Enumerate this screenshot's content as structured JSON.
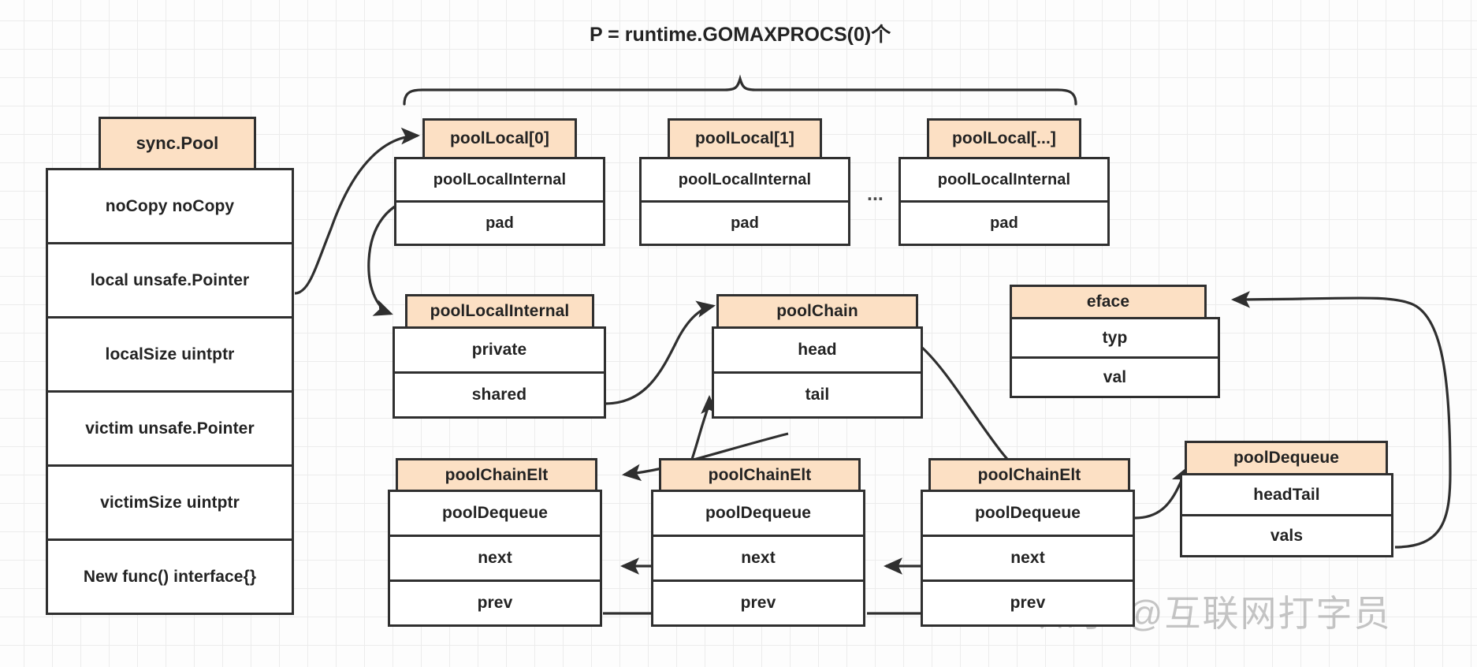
{
  "diagram": {
    "title": "P = runtime.GOMAXPROCS(0)个",
    "ellipsis": "...",
    "watermark": "知乎 @互联网打字员",
    "colors": {
      "header_fill": "#fce0c4",
      "body_fill": "#ffffff",
      "stroke": "#2f2f2f",
      "text": "#232323",
      "grid": "#ececec",
      "background": "#fdfdfd"
    }
  },
  "structs": {
    "sync_pool": {
      "header": "sync.Pool",
      "fields": [
        "noCopy noCopy",
        "local unsafe.Pointer",
        "localSize uintptr",
        "victim unsafe.Pointer",
        "victimSize uintptr",
        "New func() interface{}"
      ]
    },
    "pool_local_0": {
      "header": "poolLocal[0]",
      "fields": [
        "poolLocalInternal",
        "pad"
      ]
    },
    "pool_local_1": {
      "header": "poolLocal[1]",
      "fields": [
        "poolLocalInternal",
        "pad"
      ]
    },
    "pool_local_n": {
      "header": "poolLocal[...]",
      "fields": [
        "poolLocalInternal",
        "pad"
      ]
    },
    "pool_local_internal": {
      "header": "poolLocalInternal",
      "fields": [
        "private",
        "shared"
      ]
    },
    "pool_chain": {
      "header": "poolChain",
      "fields": [
        "head",
        "tail"
      ]
    },
    "eface": {
      "header": "eface",
      "fields": [
        "typ",
        "val"
      ]
    },
    "pool_dequeue": {
      "header": "poolDequeue",
      "fields": [
        "headTail",
        "vals"
      ]
    },
    "pool_chain_elt_1": {
      "header": "poolChainElt",
      "fields": [
        "poolDequeue",
        "next",
        "prev"
      ]
    },
    "pool_chain_elt_2": {
      "header": "poolChainElt",
      "fields": [
        "poolDequeue",
        "next",
        "prev"
      ]
    },
    "pool_chain_elt_3": {
      "header": "poolChainElt",
      "fields": [
        "poolDequeue",
        "next",
        "prev"
      ]
    }
  }
}
